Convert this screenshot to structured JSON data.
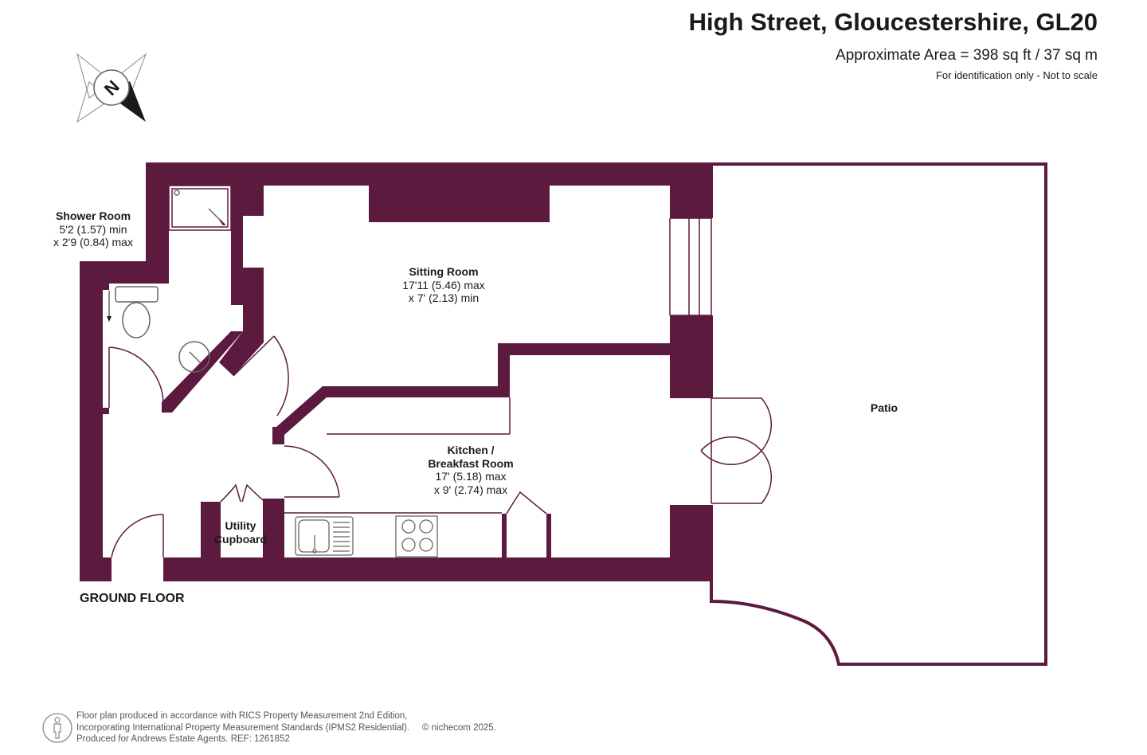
{
  "header": {
    "title": "High Street, Gloucestershire, GL20",
    "area": "Approximate Area = 398 sq ft / 37 sq m",
    "note": "For identification only - Not to scale"
  },
  "compass": {
    "letter": "N",
    "icon": "north-compass-icon"
  },
  "colors": {
    "wall": "#5b1a3e",
    "line": "#5b1a3e"
  },
  "rooms": {
    "shower": {
      "name": "Shower Room",
      "dim1": "5'2 (1.57) min",
      "dim2": "x 2'9 (0.84) max"
    },
    "sitting": {
      "name": "Sitting Room",
      "dim1": "17'11 (5.46) max",
      "dim2": "x 7' (2.13) min"
    },
    "kitchen": {
      "name1": "Kitchen /",
      "name2": "Breakfast Room",
      "dim1": "17' (5.18) max",
      "dim2": "x 9' (2.74) max"
    },
    "utility": {
      "name1": "Utility",
      "name2": "Cupboard"
    },
    "patio": {
      "name": "Patio"
    }
  },
  "floor_label": "GROUND FLOOR",
  "footer": {
    "icon": "person-scale-icon",
    "line1": "Floor plan produced in accordance with RICS Property Measurement 2nd Edition,",
    "line2": "Incorporating International Property Measurement Standards (IPMS2 Residential).",
    "copyright": "© nichecom 2025.",
    "line3": "Produced for Andrews Estate Agents.   REF: 1261852"
  }
}
